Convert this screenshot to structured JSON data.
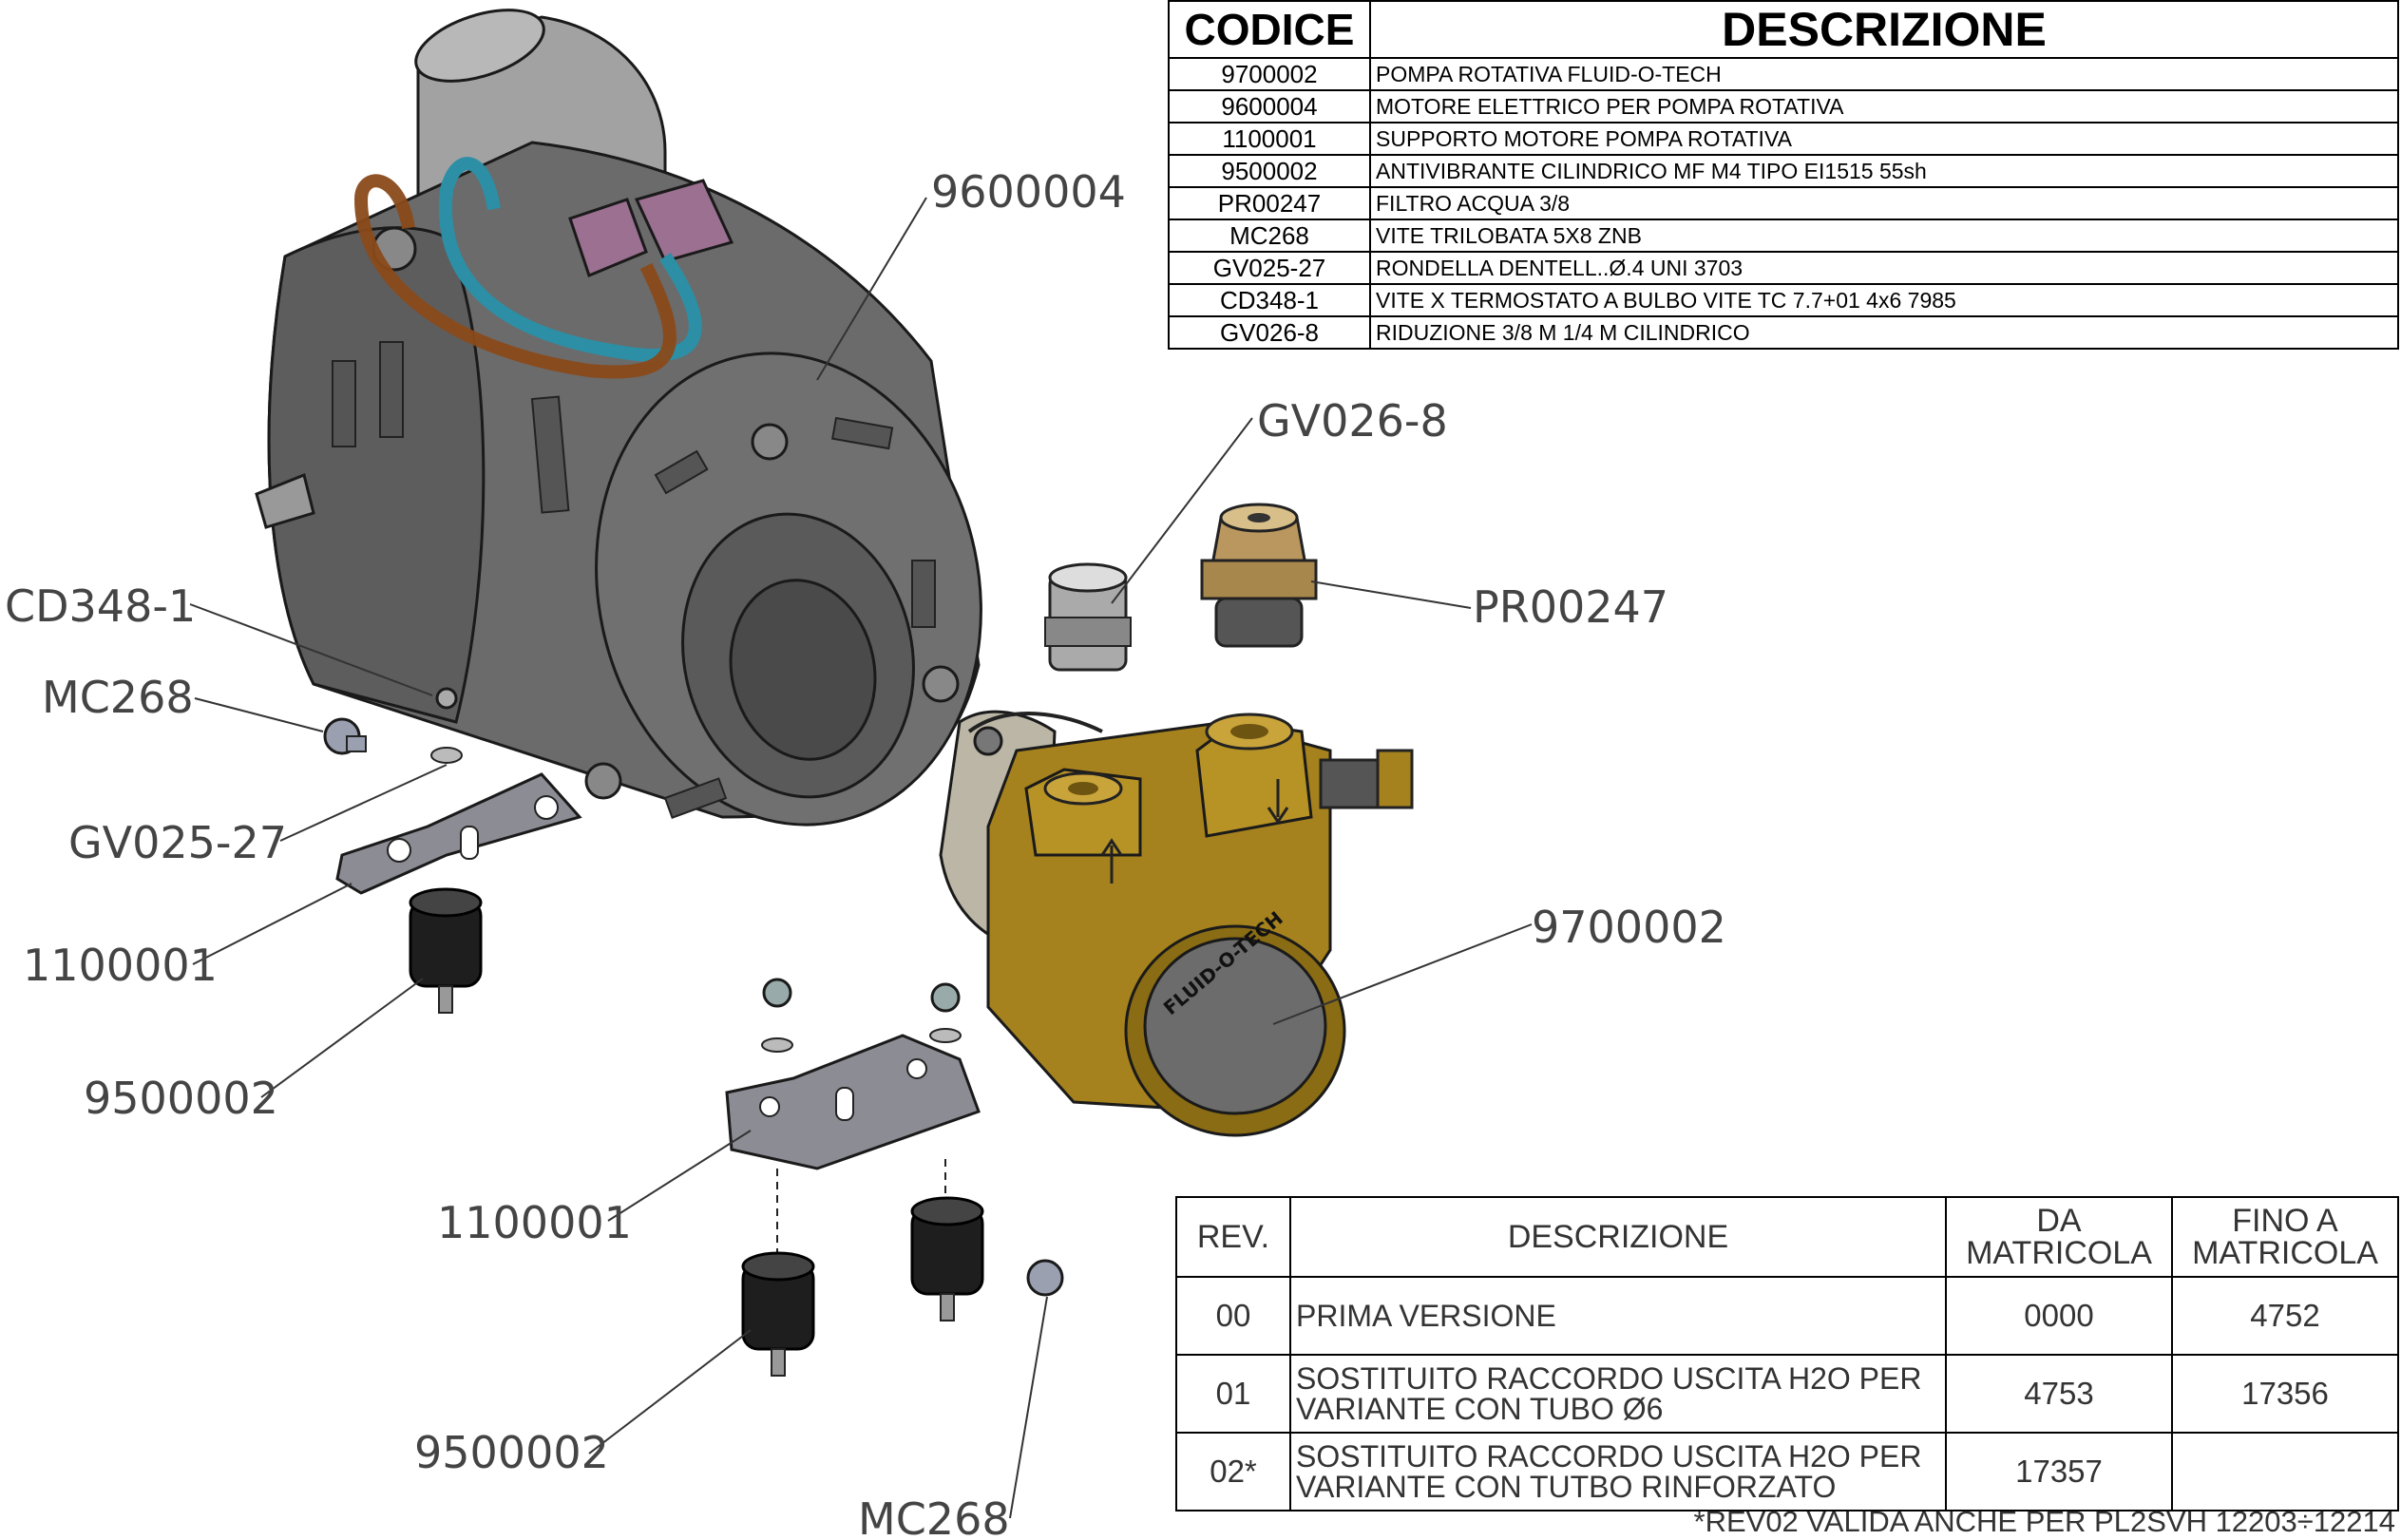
{
  "parts_table": {
    "header": {
      "code": "CODICE",
      "description": "DESCRIZIONE"
    },
    "rows": [
      {
        "code": "9700002",
        "description": "POMPA ROTATIVA FLUID-O-TECH"
      },
      {
        "code": "9600004",
        "description": "MOTORE ELETTRICO PER POMPA ROTATIVA"
      },
      {
        "code": "1100001",
        "description": "SUPPORTO MOTORE POMPA ROTATIVA"
      },
      {
        "code": "9500002",
        "description": "ANTIVIBRANTE CILINDRICO MF M4 TIPO EI1515 55sh"
      },
      {
        "code": "PR00247",
        "description": "FILTRO ACQUA 3/8"
      },
      {
        "code": "MC268",
        "description": "VITE TRILOBATA 5X8 ZNB"
      },
      {
        "code": "GV025-27",
        "description": "RONDELLA DENTELL..Ø.4  UNI 3703"
      },
      {
        "code": "CD348-1",
        "description": "VITE X TERMOSTATO A BULBO VITE TC 7.7+01 4x6 7985"
      },
      {
        "code": "GV026-8",
        "description": "RIDUZIONE 3/8 M 1/4 M CILINDRICO"
      }
    ]
  },
  "revision_table": {
    "header": {
      "rev": "REV.",
      "description": "DESCRIZIONE",
      "from_line1": "DA",
      "from_line2": "MATRICOLA",
      "to_line1": "FINO A",
      "to_line2": "MATRICOLA"
    },
    "rows": [
      {
        "rev": "00",
        "desc_line1": "PRIMA VERSIONE",
        "desc_line2": "",
        "from": "0000",
        "to": "4752"
      },
      {
        "rev": "01",
        "desc_line1": "SOSTITUITO RACCORDO USCITA H2O PER",
        "desc_line2": "VARIANTE CON TUBO Ø6",
        "from": "4753",
        "to": "17356"
      },
      {
        "rev": "02*",
        "desc_line1": "SOSTITUITO RACCORDO USCITA H2O PER",
        "desc_line2": "VARIANTE CON TUTBO RINFORZATO",
        "from": "17357",
        "to": ""
      }
    ],
    "note": "*REV02 VALIDA ANCHE PER PL2SVH 12203÷12214"
  },
  "callouts": {
    "motor": "9600004",
    "reducer": "GV026-8",
    "filter": "PR00247",
    "thermostat_screw": "CD348-1",
    "screw_left": "MC268",
    "washer": "GV025-27",
    "bracket_left": "1100001",
    "damper_left": "9500002",
    "pump": "9700002",
    "bracket_bottom": "1100001",
    "damper_bottom": "9500002",
    "screw_bottom": "MC268"
  },
  "pump_logo": "FLUID-O-TECH",
  "colors": {
    "motor_body": "#6b6b6b",
    "pump_brass": "#a5821d",
    "filter_brass": "#b9975f",
    "capacitor": "#9a9a9a",
    "connector": "#9b7090",
    "wire_blue": "#2c8fa6",
    "wire_brown": "#8a4a1a",
    "damper": "#1e1e1e",
    "bracket": "#8c8c94"
  }
}
